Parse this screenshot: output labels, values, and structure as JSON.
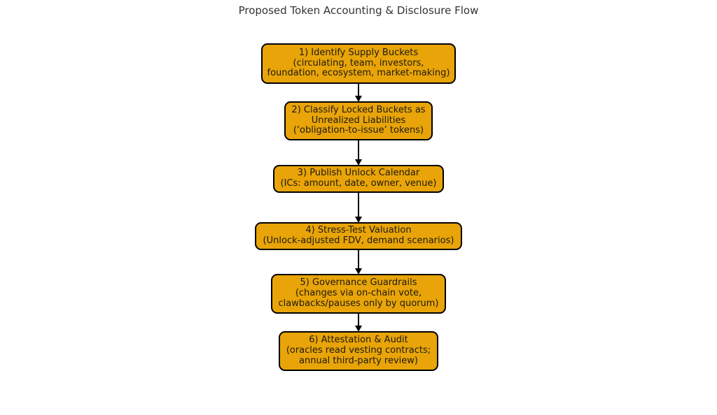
{
  "title": "Proposed Token Accounting & Disclosure Flow",
  "colors": {
    "background": "#FFFFFF",
    "node_fill": "#E8A408",
    "node_border": "#000000",
    "node_text": "#1F1A0E",
    "title_text": "#333333",
    "arrow": "#000000"
  },
  "flow": {
    "type": "flowchart",
    "direction": "top-down",
    "nodes": [
      {
        "step": 1,
        "text": "1) Identify Supply Buckets\n(circulating, team, investors,\nfoundation, ecosystem, market-making)"
      },
      {
        "step": 2,
        "text": "2) Classify Locked Buckets as\nUnrealized Liabilities\n(‘obligation-to-issue’ tokens)"
      },
      {
        "step": 3,
        "text": "3) Publish Unlock Calendar\n(ICs: amount, date, owner, venue)"
      },
      {
        "step": 4,
        "text": "4) Stress-Test Valuation\n(Unlock-adjusted FDV, demand scenarios)"
      },
      {
        "step": 5,
        "text": "5) Governance Guardrails\n(changes via on-chain vote,\nclawbacks/pauses only by quorum)"
      },
      {
        "step": 6,
        "text": "6) Attestation & Audit\n(oracles read vesting contracts;\nannual third-party review)"
      }
    ]
  }
}
